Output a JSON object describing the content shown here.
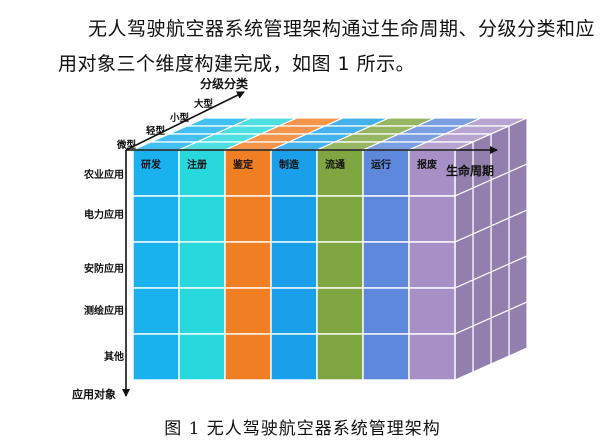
{
  "paragraph": {
    "line1": "无人驾驶航空器系统管理架构通过生命周期、分级分类和应",
    "line2": "用对象三个维度构建完成，如图 1 所示。"
  },
  "figure": {
    "caption": "图 1  无人驾驶航空器系统管理架构",
    "axis_classification": "分级分类",
    "axis_lifecycle": "生命周期",
    "axis_objects": "应用对象",
    "classification_levels": [
      "微型",
      "轻型",
      "小型",
      "大型"
    ],
    "lifecycle_stages": [
      "研发",
      "注册",
      "鉴定",
      "制造",
      "流通",
      "运行",
      "报废"
    ],
    "application_objects": [
      "农业应用",
      "电力应用",
      "安防应用",
      "测绘应用",
      "其他"
    ],
    "stage_colors": [
      "#19b2ef",
      "#27d8dd",
      "#f07e22",
      "#1aa0ea",
      "#7fa640",
      "#5e88db",
      "#a790c6"
    ]
  }
}
